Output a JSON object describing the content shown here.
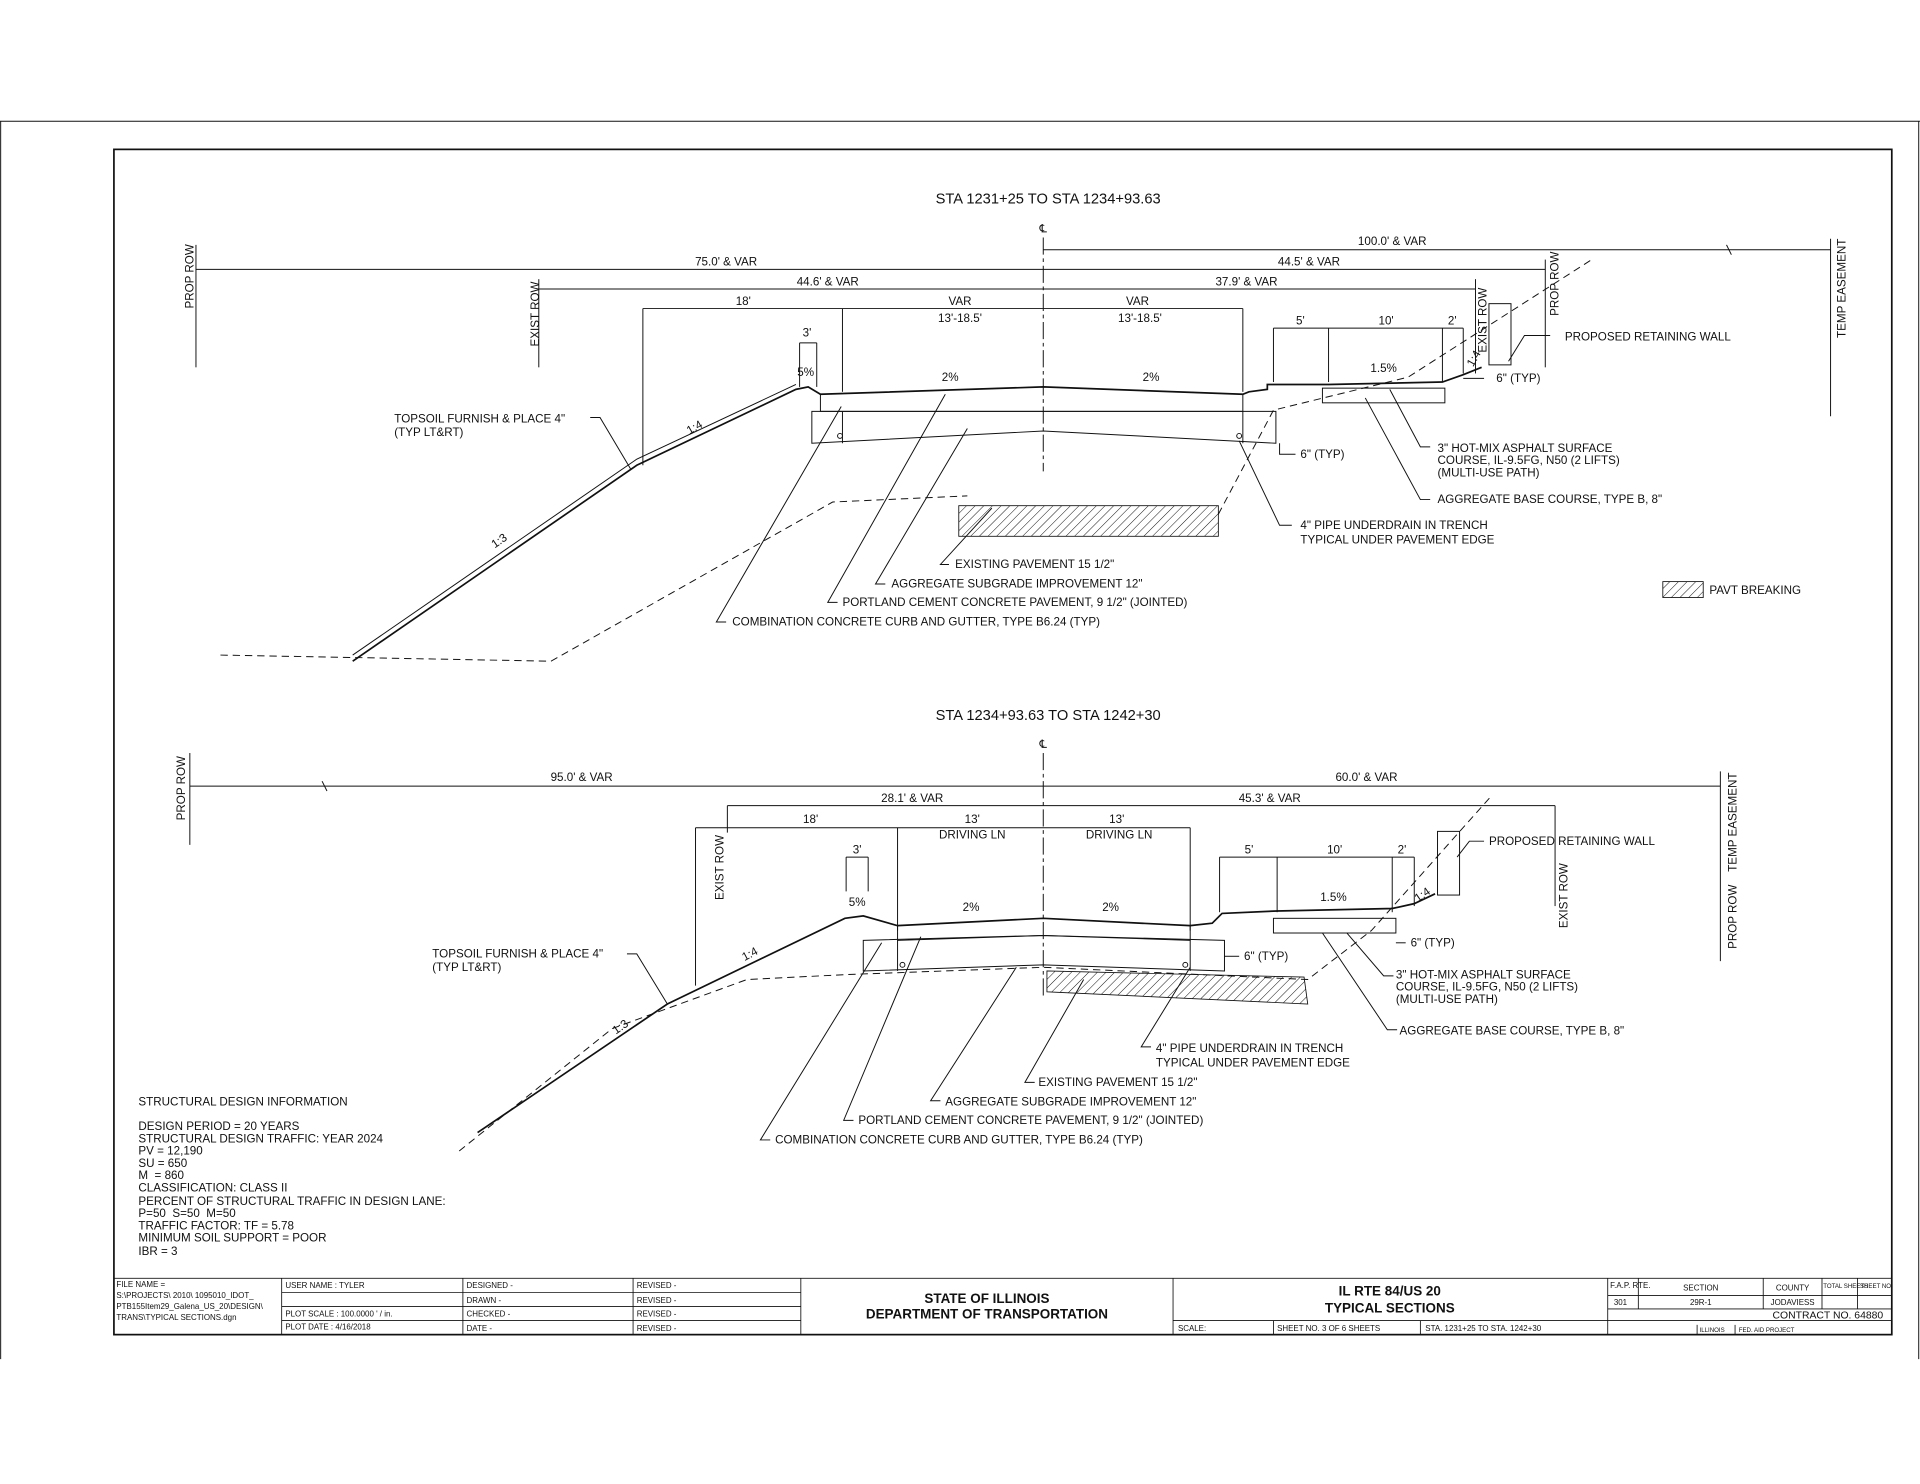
{
  "top_section": {
    "title": "STA 1231+25 TO STA 1234+93.63",
    "centerline": "℄",
    "dims": {
      "d100": "100.0' & VAR",
      "d75": "75.0' & VAR",
      "d445": "44.5' & VAR",
      "d446": "44.6' & VAR",
      "d379": "37.9' & VAR",
      "d18": "18'",
      "var_l": "VAR",
      "var_r": "VAR",
      "range_l": "13'-18.5'",
      "range_r": "13'-18.5'",
      "d3": "3'",
      "d5": "5'",
      "d10": "10'",
      "d2": "2'",
      "d6a": "6\" (TYP)",
      "d6b": "6\" (TYP)"
    },
    "slopes": {
      "s5": "5%",
      "s2l": "2%",
      "s2r": "2%",
      "s15": "1.5%",
      "s14": "1:4",
      "s13": "1:3",
      "s14r": "1:4"
    },
    "row_labels": {
      "prop_row_l": "PROP ROW",
      "exist_row_l": "EXIST ROW",
      "exist_row_r": "EXIST ROW",
      "prop_row_r": "PROP ROW",
      "temp_easement": "TEMP EASEMENT"
    },
    "notes": {
      "topsoil_1": "TOPSOIL FURNISH & PLACE 4\"",
      "topsoil_2": "(TYP LT&RT)",
      "retaining_wall": "PROPOSED RETAINING WALL",
      "hma_1": "3\" HOT-MIX ASPHALT SURFACE",
      "hma_2": "COURSE, IL-9.5FG, N50 (2 LIFTS)",
      "hma_3": "(MULTI-USE PATH)",
      "agg_base": "AGGREGATE BASE COURSE, TYPE B, 8\"",
      "underdrain_1": "4\" PIPE UNDERDRAIN IN TRENCH",
      "underdrain_2": "TYPICAL UNDER PAVEMENT EDGE",
      "exist_pav": "EXISTING PAVEMENT 15 1/2\"",
      "agg_subgrade": "AGGREGATE SUBGRADE IMPROVEMENT 12\"",
      "pcc": "PORTLAND CEMENT CONCRETE PAVEMENT, 9 1/2\" (JOINTED)",
      "curb": "COMBINATION CONCRETE CURB AND GUTTER, TYPE B6.24 (TYP)"
    }
  },
  "legend": {
    "pavt_breaking": "PAVT BREAKING"
  },
  "bottom_section": {
    "title": "STA 1234+93.63 TO STA 1242+30",
    "centerline": "℄",
    "dims": {
      "d95": "95.0' & VAR",
      "d60": "60.0' & VAR",
      "d281": "28.1' & VAR",
      "d453": "45.3' & VAR",
      "d18": "18'",
      "d13l": "13'",
      "d13r": "13'",
      "driving_l": "DRIVING LN",
      "driving_r": "DRIVING LN",
      "d3": "3'",
      "d5": "5'",
      "d10": "10'",
      "d2": "2'",
      "d6a": "6\" (TYP)",
      "d6b": "6\" (TYP)"
    },
    "slopes": {
      "s5": "5%",
      "s2l": "2%",
      "s2r": "2%",
      "s15": "1.5%",
      "s14": "1:4",
      "s13": "1:3",
      "s14r": "1:4"
    },
    "row_labels": {
      "prop_row_l": "PROP ROW",
      "exist_row_l": "EXIST ROW",
      "exist_row_r": "EXIST ROW",
      "prop_row_r": "PROP ROW",
      "temp_easement": "TEMP EASEMENT"
    },
    "notes": {
      "topsoil_1": "TOPSOIL FURNISH & PLACE 4\"",
      "topsoil_2": "(TYP LT&RT)",
      "retaining_wall": "PROPOSED RETAINING WALL",
      "hma_1": "3\" HOT-MIX ASPHALT SURFACE",
      "hma_2": "COURSE, IL-9.5FG, N50 (2 LIFTS)",
      "hma_3": "(MULTI-USE PATH)",
      "agg_base": "AGGREGATE BASE COURSE, TYPE B, 8\"",
      "underdrain_1": "4\" PIPE UNDERDRAIN IN TRENCH",
      "underdrain_2": "TYPICAL UNDER PAVEMENT EDGE",
      "exist_pav": "EXISTING PAVEMENT 15 1/2\"",
      "agg_subgrade": "AGGREGATE SUBGRADE IMPROVEMENT 12\"",
      "pcc": "PORTLAND CEMENT CONCRETE PAVEMENT, 9 1/2\" (JOINTED)",
      "curb": "COMBINATION CONCRETE CURB AND GUTTER, TYPE B6.24 (TYP)"
    }
  },
  "structural_design": {
    "title": "STRUCTURAL DESIGN INFORMATION",
    "lines": [
      "DESIGN PERIOD = 20 YEARS",
      "STRUCTURAL DESIGN TRAFFIC: YEAR 2024",
      "PV = 12,190",
      "SU = 650",
      "M  = 860",
      "CLASSIFICATION: CLASS II",
      "PERCENT OF STRUCTURAL TRAFFIC IN DESIGN LANE:",
      "P=50  S=50  M=50",
      "TRAFFIC FACTOR: TF = 5.78",
      "MINIMUM SOIL SUPPORT = POOR",
      "IBR = 3"
    ]
  },
  "title_block": {
    "file_name_label": "FILE NAME =",
    "file_path": [
      "S:\\PROJECTS\\ 2010\\ 1095010_IDOT_",
      "PTB155Item29_Galena_US_20\\DESIGN\\",
      "TRANS\\TYPICAL SECTIONS.dgn"
    ],
    "user_name": "USER NAME  : TYLER",
    "plot_scale": "PLOT SCALE : 100.0000 ' / in.",
    "plot_date": "PLOT DATE  : 4/16/2018",
    "designed": "DESIGNED  -",
    "drawn": "DRAWN  -",
    "checked": "CHECKED  -",
    "date": "DATE  -",
    "revised": [
      "REVISED  -",
      "REVISED  -",
      "REVISED  -",
      "REVISED  -"
    ],
    "agency_1": "STATE OF ILLINOIS",
    "agency_2": "DEPARTMENT OF TRANSPORTATION",
    "route": "IL RTE 84/US 20",
    "sheet_title": "TYPICAL SECTIONS",
    "scale": "SCALE:",
    "sheet_no": "SHEET NO. 3 OF 6 SHEETS",
    "sta_range": "STA. 1231+25 TO STA. 1242+30",
    "fap_rte_label": "F.A.P. RTE.",
    "fap_rte": "301",
    "section_label": "SECTION",
    "section": "29R-1",
    "county_label": "COUNTY",
    "county": "JODAVIESS",
    "total_sheets_label": "TOTAL SHEETS",
    "sheet_no_label": "SHEET NO.",
    "contract": "CONTRACT NO. 64880",
    "illinois": "ILLINOIS",
    "fed_aid": "FED. AID PROJECT"
  }
}
